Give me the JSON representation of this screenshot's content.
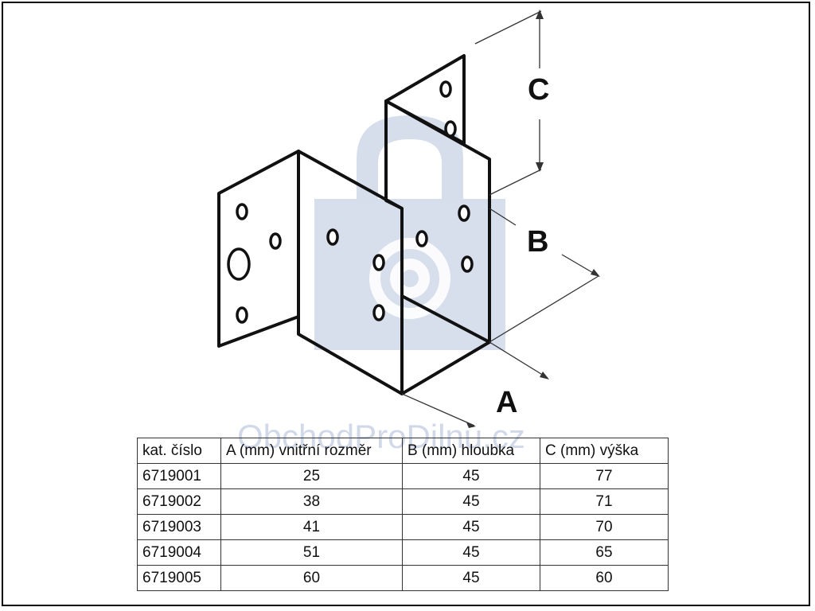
{
  "labels": {
    "a": "A",
    "b": "B",
    "c": "C"
  },
  "watermark": {
    "text": "ObchodProDilnu.cz"
  },
  "table": {
    "headers": [
      "kat. číslo",
      "A (mm) vnitřní rozměr",
      "B (mm) hloubka",
      "C (mm) výška"
    ],
    "rows": [
      [
        "6719001",
        "25",
        "45",
        "77"
      ],
      [
        "6719002",
        "38",
        "45",
        "71"
      ],
      [
        "6719003",
        "41",
        "45",
        "70"
      ],
      [
        "6719004",
        "51",
        "45",
        "65"
      ],
      [
        "6719005",
        "60",
        "45",
        "60"
      ]
    ]
  },
  "colors": {
    "watermark": "#c9d3e6",
    "line": "#111111"
  }
}
